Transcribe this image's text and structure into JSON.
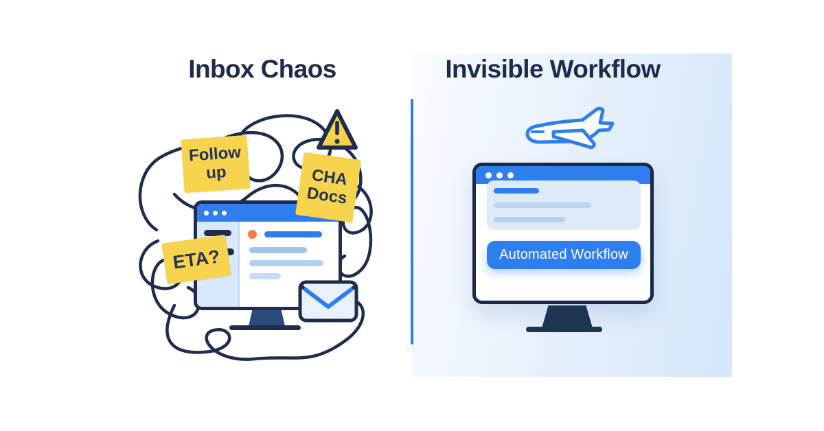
{
  "left_panel": {
    "title": "Inbox Chaos",
    "sticky_notes": [
      {
        "id": "follow-up",
        "label": "Follow up"
      },
      {
        "id": "cha-docs",
        "label": "CHA Docs"
      },
      {
        "id": "eta",
        "label": "ETA?"
      }
    ],
    "icons": [
      "tangled-scribble-icon",
      "warning-triangle-icon",
      "browser-monitor-icon",
      "envelope-icon"
    ]
  },
  "right_panel": {
    "title": "Invisible Workflow",
    "monitor": {
      "button_label": "Automated Workflow"
    },
    "icons": [
      "airplane-icon",
      "browser-monitor-icon"
    ]
  },
  "colors": {
    "navy_outline": "#1e2c4e",
    "primary_blue": "#2f7ef0",
    "sticky_yellow": "#f6d44e",
    "warning_yellow": "#f5d24a",
    "orange_dot": "#f87c4a",
    "sidebar_blue": "#d9e8fa",
    "card_blue": "#dfeaf8",
    "panel_gradient_start": "#f9fbfe",
    "panel_gradient_end": "#d5e7fb",
    "title_navy": "#1d2b4c"
  }
}
